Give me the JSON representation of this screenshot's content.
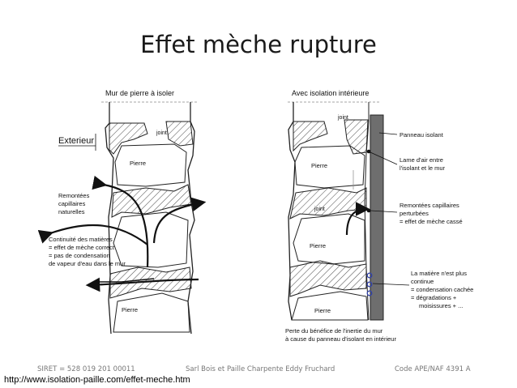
{
  "slide": {
    "title": "Effet mèche rupture"
  },
  "left_panel": {
    "heading": "Mur de pierre à isoler",
    "exterior": "Exterieur",
    "joint": "joint",
    "stone_top": "Pierre",
    "stone_bottom": "Pierre",
    "capillary": [
      "Remontées",
      "capillaires",
      "naturelles"
    ],
    "continuity": [
      "Continuité des matières",
      "= effet de mèche correct",
      "= pas de condensation",
      "de vapeur d'eau dans le mur"
    ]
  },
  "right_panel": {
    "heading": "Avec isolation intérieure",
    "joint_top": "joint",
    "joint_mid": "joint",
    "stone_top": "Pierre",
    "stone_mid": "Pierre",
    "stone_bottom": "Pierre",
    "panel": "Panneau isolant",
    "air_gap": [
      "Lame d'air entre",
      "l'isolant et le mur"
    ],
    "capillary": [
      "Remontées capillaires",
      "perturbées",
      "= effet de mèche cassé"
    ],
    "discontinuity": [
      "La matière n'est plus",
      "continue",
      "= condensation cachée",
      "= dégradations +",
      "moisissures + ..."
    ],
    "inertia": [
      "Perte du bénéfice de l'inertie du mur",
      "à cause du panneau d'isolant en intérieur"
    ]
  },
  "footer": {
    "siret": "SIRET = 528 019 201 00011",
    "company": "Sarl Bois et Paille Charpente Eddy Fruchard",
    "ape": "Code APE/NAF 4391 A",
    "url": "http://www.isolation-paille.com/effet-meche.htm"
  },
  "colors": {
    "insulation_panel": "#6e6e6e",
    "arrow": "#111111",
    "hatch": "#555555"
  }
}
